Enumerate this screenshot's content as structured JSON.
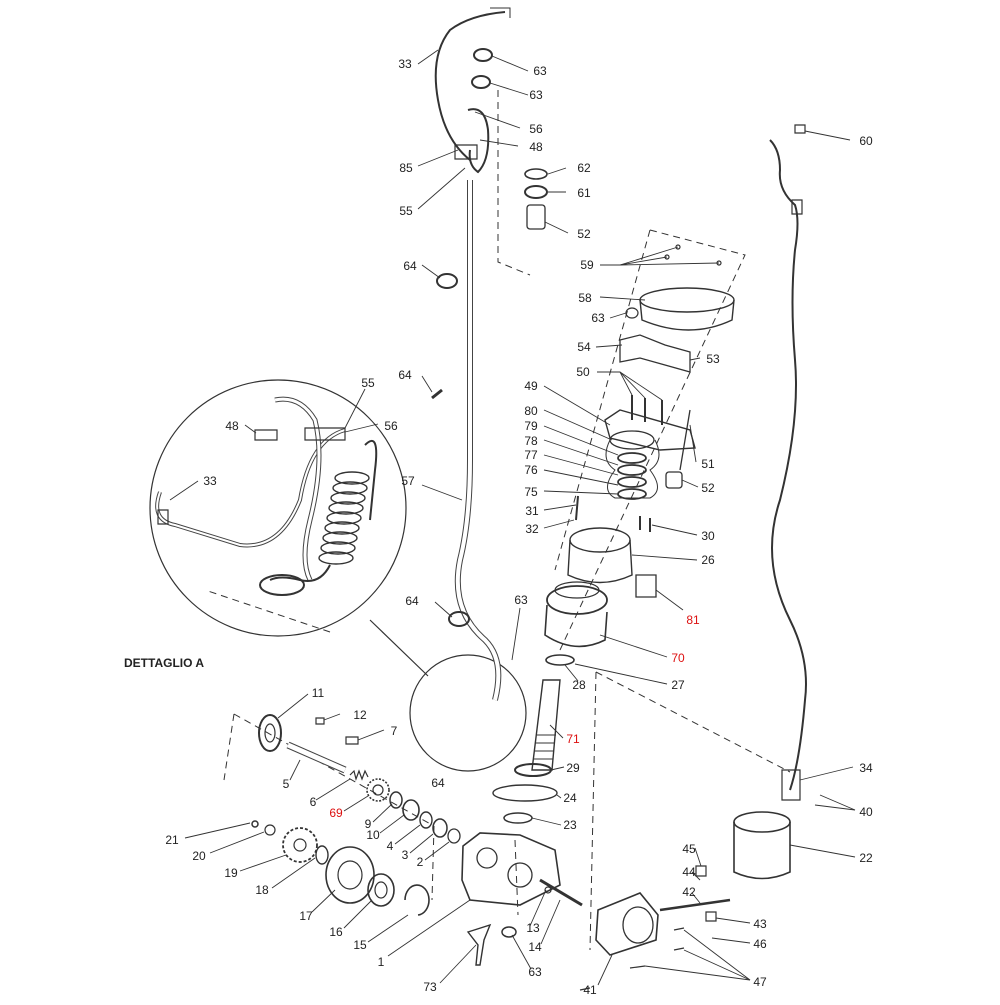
{
  "diagram": {
    "detail_caption": "DETTAGLIO A",
    "callouts": {
      "c33": "33",
      "c63a": "63",
      "c63b": "63",
      "c56": "56",
      "c48": "48",
      "c85": "85",
      "c55": "55",
      "c62": "62",
      "c61": "61",
      "c52a": "52",
      "c60": "60",
      "c59": "59",
      "c64a": "64",
      "c58": "58",
      "c63c": "63",
      "c54": "54",
      "c53": "53",
      "c64b": "64",
      "c50": "50",
      "c49": "49",
      "c80": "80",
      "c79": "79",
      "c78": "78",
      "c77": "77",
      "c76": "76",
      "c75": "75",
      "c51": "51",
      "c52b": "52",
      "c31": "31",
      "c32": "32",
      "c30": "30",
      "c26": "26",
      "c81": "81",
      "c70": "70",
      "c27": "27",
      "c28": "28",
      "c64c": "64",
      "c63d": "63",
      "c71": "71",
      "c29": "29",
      "c24": "24",
      "c23": "23",
      "c34": "34",
      "c40": "40",
      "c22": "22",
      "c11": "11",
      "c12": "12",
      "c7": "7",
      "c5": "5",
      "c6": "6",
      "c69": "69",
      "c9": "9",
      "c10": "10",
      "c4": "4",
      "c3": "3",
      "c2": "2",
      "c21": "21",
      "c20": "20",
      "c19": "19",
      "c18": "18",
      "c17": "17",
      "c16": "16",
      "c15": "15",
      "c1": "1",
      "c13": "13",
      "c14": "14",
      "c63e": "63",
      "c73": "73",
      "c45": "45",
      "c44": "44",
      "c42": "42",
      "c43": "43",
      "c46": "46",
      "c47": "47",
      "c41": "41",
      "d55": "55",
      "d48": "48",
      "d56": "56",
      "d33": "33",
      "d57": "57",
      "d64": "64"
    },
    "highlight_color": "#d11111",
    "highlighted_parts": [
      "81",
      "70",
      "71",
      "69"
    ]
  }
}
